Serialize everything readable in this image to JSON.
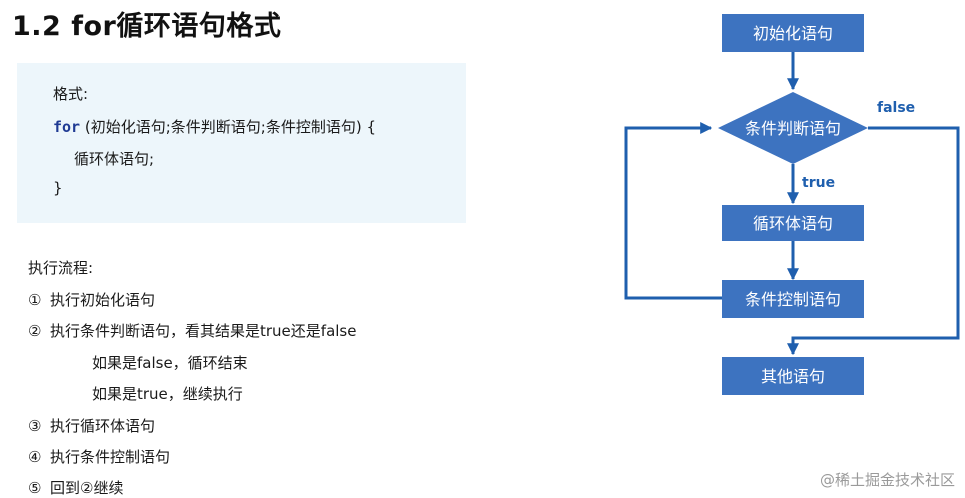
{
  "title": "1.2 for循环语句格式",
  "code": {
    "label": "格式:",
    "keyword": "for",
    "header_rest": " (初始化语句;条件判断语句;条件控制语句) {",
    "body": "循环体语句;",
    "close": "}"
  },
  "flow": {
    "heading": "执行流程:",
    "steps": [
      {
        "num": "①",
        "text": "执行初始化语句"
      },
      {
        "num": "②",
        "text": "执行条件判断语句，看其结果是true还是false"
      },
      {
        "num": "",
        "text": "如果是false，循环结束"
      },
      {
        "num": "",
        "text": "如果是true，继续执行"
      },
      {
        "num": "③",
        "text": "执行循环体语句"
      },
      {
        "num": "④",
        "text": "执行条件控制语句"
      },
      {
        "num": "⑤",
        "text": "回到②继续"
      }
    ]
  },
  "diagram": {
    "init": "初始化语句",
    "condition": "条件判断语句",
    "body": "循环体语句",
    "control": "条件控制语句",
    "other": "其他语句",
    "true_label": "true",
    "false_label": "false",
    "box_color": "#3d73c0",
    "arrow_color": "#1f5fae"
  },
  "watermark": "@稀土掘金技术社区"
}
